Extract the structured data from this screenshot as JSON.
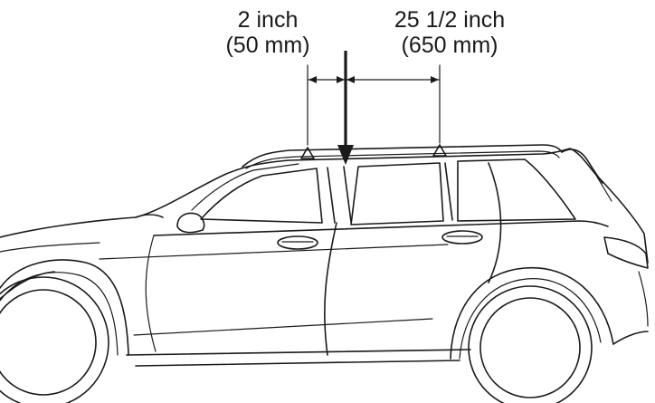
{
  "dimensions": {
    "left": {
      "line1": "2 inch",
      "line2": "(50 mm)"
    },
    "right": {
      "line1": "25 1/2 inch",
      "line2": "(650 mm)"
    }
  },
  "colors": {
    "ink": "#1a1a1a",
    "background": "#ffffff"
  },
  "icons": {
    "mount_marker": "triangle-marker-icon",
    "reference_arrow": "down-arrow-icon"
  }
}
